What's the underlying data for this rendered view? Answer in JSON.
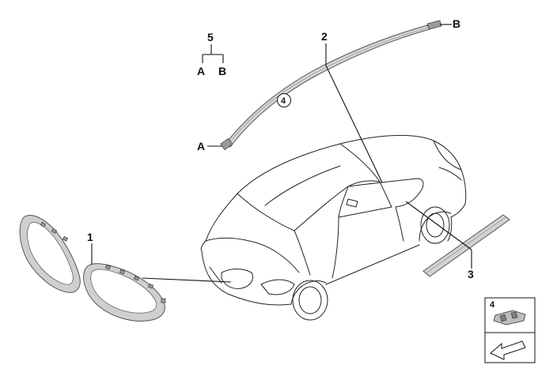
{
  "labels": {
    "part1": "1",
    "part2": "2",
    "part3": "3",
    "part5": "5",
    "end_a_top": "A",
    "end_b_top": "B",
    "end_a": "A",
    "end_b": "B",
    "circled_ref": "4",
    "box_ref": "4"
  },
  "colors": {
    "line": "#222222",
    "part_fill": "#cfcfcf",
    "part_shadow": "#9a9a9a"
  }
}
